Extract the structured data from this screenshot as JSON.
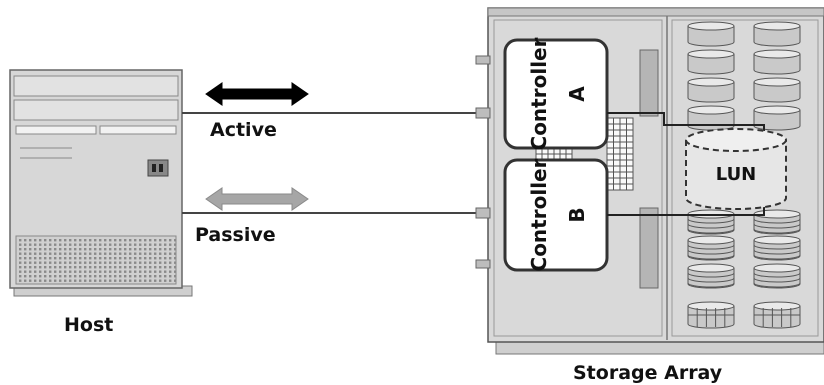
{
  "diagram": {
    "host_label": "Host",
    "storage_label": "Storage Array",
    "active_label": "Active",
    "passive_label": "Passive",
    "controller_a": {
      "name": "Controller",
      "letter": "A"
    },
    "controller_b": {
      "name": "Controller",
      "letter": "B"
    },
    "lun_label": "LUN"
  },
  "colors": {
    "active_arrow": "#000000",
    "passive_arrow": "#a6a6a6",
    "cabinet": "#d9d9d9",
    "outline": "#555555"
  }
}
